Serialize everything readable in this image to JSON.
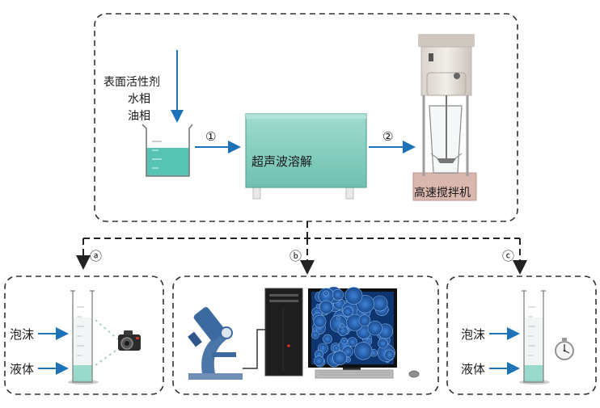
{
  "process": {
    "inputs": [
      "表面活性剂",
      "水相",
      "油相"
    ],
    "step1": "①",
    "ultrasonic_label": "超声波溶解",
    "step2": "②",
    "stirrer_label": "高速搅拌机"
  },
  "branches": {
    "a": {
      "marker": "ⓐ",
      "foam_label": "泡沫",
      "liquid_label": "液体"
    },
    "b": {
      "marker": "ⓑ"
    },
    "c": {
      "marker": "ⓒ",
      "foam_label": "泡沫",
      "liquid_label": "液体"
    }
  },
  "colors": {
    "arrow_blue": "#1e73b8",
    "device_green": "#86cfc0",
    "liquid_green": "#39b9a4",
    "dash_border": "#333333",
    "monitor_blue": "#2a5fa8"
  }
}
